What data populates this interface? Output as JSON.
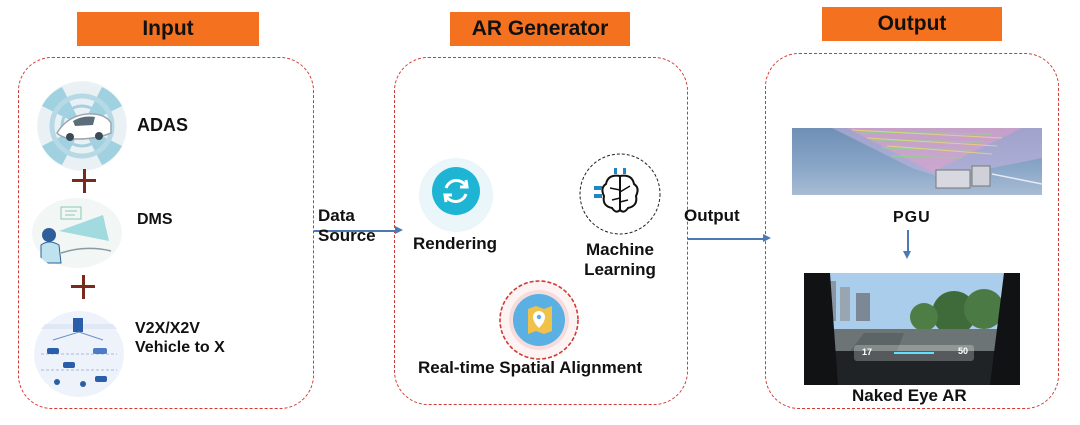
{
  "headers": {
    "input": "Input",
    "ar_generator": "AR Generator",
    "output": "Output"
  },
  "input": {
    "adas": "ADAS",
    "dms": "DMS",
    "v2x_line1": "V2X/X2V",
    "v2x_line2": "Vehicle to X"
  },
  "connectors": {
    "data_source_line1": "Data",
    "data_source_line2": "Source",
    "output": "Output"
  },
  "ar_generator": {
    "rendering": "Rendering",
    "ml_line1": "Machine",
    "ml_line2": "Learning",
    "spatial_alignment": "Real-time Spatial Alignment"
  },
  "output": {
    "pgu": "PGU",
    "naked_eye_ar": "Naked Eye AR",
    "hud_left": "17",
    "hud_right": "50"
  },
  "colors": {
    "header_orange": "#f4711f",
    "dashed_border": "#d03a34",
    "plus_brown": "#7a2a1d",
    "arrow_blue": "#4a79b4",
    "rendering_teal": "#1eb5d5",
    "spatial_blue": "#5ab0e3"
  },
  "icons": {
    "adas": "car-sensor-icon",
    "dms": "driver-monitoring-icon",
    "v2x": "vehicle-network-icon",
    "rendering": "refresh-icon",
    "machine_learning": "brain-chip-icon",
    "spatial_alignment": "map-pin-icon"
  }
}
